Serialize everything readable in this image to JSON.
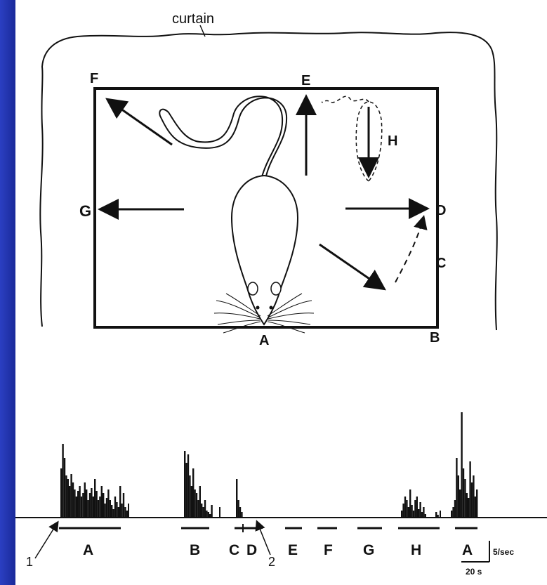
{
  "diagram": {
    "curtain_label": "curtain",
    "corner_labels": {
      "F": "F",
      "E": "E",
      "H": "H",
      "G": "G",
      "D": "D",
      "C": "C",
      "A": "A",
      "B": "B"
    }
  },
  "trace": {
    "segments": [
      {
        "label": "A"
      },
      {
        "label": "B"
      },
      {
        "label": "C"
      },
      {
        "label": "D"
      },
      {
        "label": "E"
      },
      {
        "label": "F"
      },
      {
        "label": "G"
      },
      {
        "label": "H"
      },
      {
        "label": "A"
      }
    ],
    "marker_1": "1",
    "marker_2": "2",
    "scale_rate": "5/sec",
    "scale_time": "20 s"
  },
  "colors": {
    "background": "#1a2a9a",
    "panel": "#ffffff",
    "ink": "#111111"
  }
}
